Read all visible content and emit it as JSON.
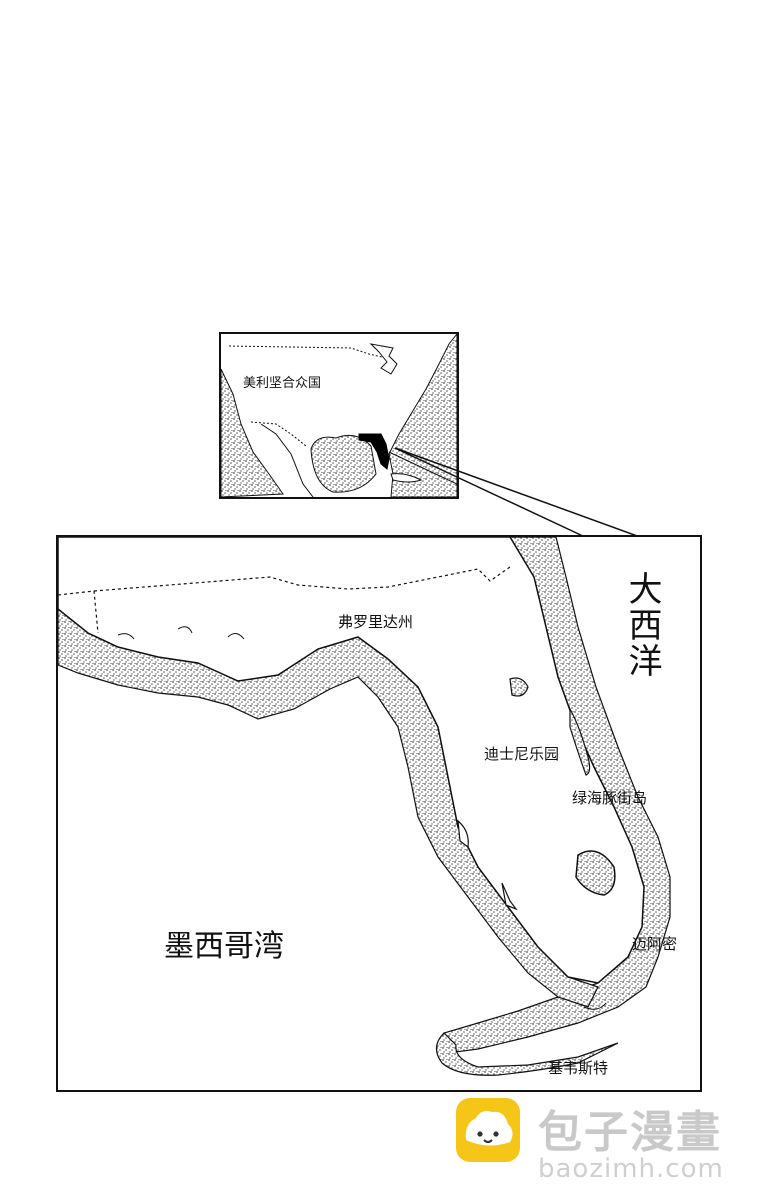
{
  "inset": {
    "country_label": "美利坚合众国"
  },
  "main": {
    "state_label": "弗罗里达州",
    "ocean_label": "大西洋",
    "park_label": "迪士尼乐园",
    "island_label": "绿海豚街岛",
    "city_label": "迈阿密",
    "keys_label": "基韦斯特",
    "gulf_label": "墨西哥湾"
  },
  "watermark": {
    "brand": "包子漫畫",
    "url": "baozimh.com"
  },
  "colors": {
    "ink": "#111111",
    "stipple": "#555555",
    "watermark_yellow": "#f5c518"
  }
}
